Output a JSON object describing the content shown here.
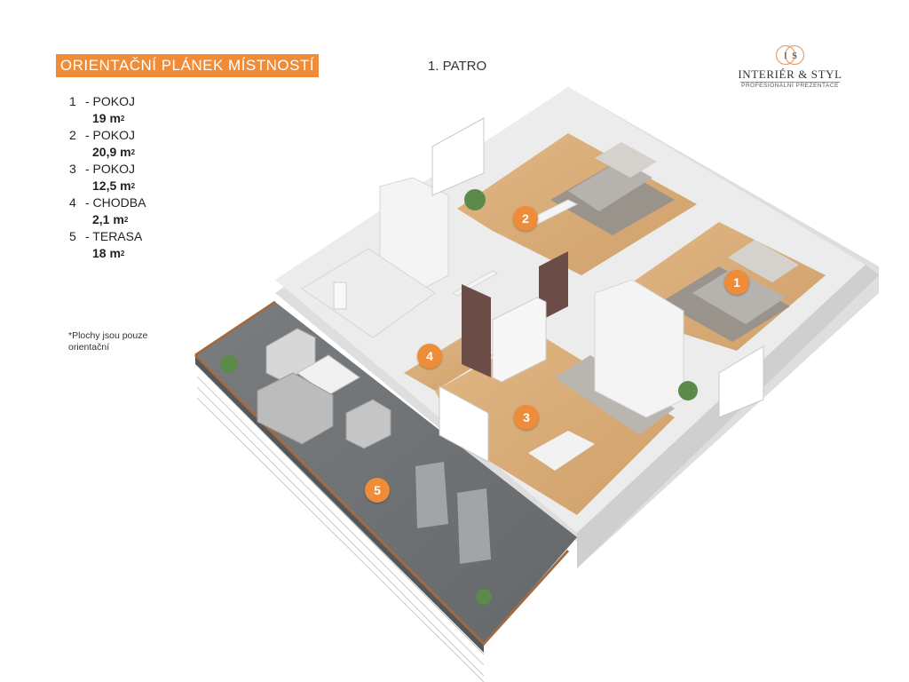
{
  "header": {
    "title": "ORIENTAČNÍ PLÁNEK MÍSTNOSTÍ",
    "floor": "1. PATRO"
  },
  "logo": {
    "monogram_left": "I",
    "monogram_right": "S",
    "name": "INTERIÉR & STYL",
    "tagline": "PROFESIONÁLNÍ PREZENTACE"
  },
  "rooms": [
    {
      "num": "1",
      "name": "- POKOJ",
      "area": "19 m",
      "unit_sup": "2"
    },
    {
      "num": "2",
      "name": "- POKOJ",
      "area": "20,9 m",
      "unit_sup": "2"
    },
    {
      "num": "3",
      "name": "- POKOJ",
      "area": "12,5 m",
      "unit_sup": "2"
    },
    {
      "num": "4",
      "name": "- CHODBA",
      "area": "2,1 m",
      "unit_sup": "2"
    },
    {
      "num": "5",
      "name": "- TERASA",
      "area": "18 m",
      "unit_sup": "2"
    }
  ],
  "note": "*Plochy jsou pouze orientační",
  "markers": [
    "1",
    "2",
    "3",
    "4",
    "5"
  ],
  "colors": {
    "accent": "#ef8c3a",
    "wall": "#e9e9e9",
    "floor_wood": "#d8ad78",
    "terrace": "#6f7275",
    "railing": "#a06a44"
  }
}
